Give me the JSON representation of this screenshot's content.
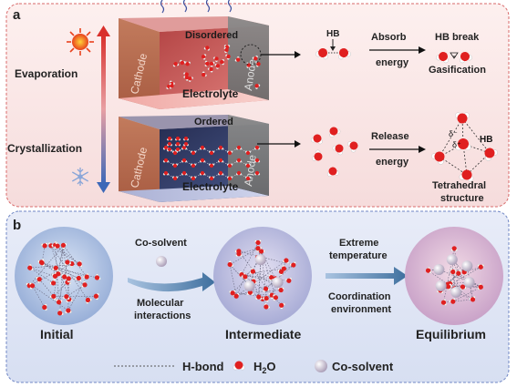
{
  "panel_a": {
    "label": "a",
    "left_labels": {
      "top": "Evaporation",
      "bottom": "Crystallization"
    },
    "top_row": {
      "cathode": "Cathode",
      "anode": "Anode",
      "state": "Disordered",
      "electrolyte": "Electrolyte",
      "hb": "HB",
      "arrow_top": "Absorb",
      "arrow_bottom": "energy",
      "result_top": "HB break",
      "result_bottom": "Gasification"
    },
    "bottom_row": {
      "cathode": "Cathode",
      "anode": "Anode",
      "state": "Ordered",
      "electrolyte": "Electrolyte",
      "arrow_top": "Release",
      "arrow_bottom": "energy",
      "hb": "HB",
      "delta_minus": "δ⁻",
      "delta_plus": "δ⁺",
      "result_line1": "Tetrahedral",
      "result_line2": "structure"
    }
  },
  "panel_b": {
    "label": "b",
    "stage1": "Initial",
    "arrow1_top": "Co-solvent",
    "arrow1_bottom_1": "Molecular",
    "arrow1_bottom_2": "interactions",
    "stage2": "Intermediate",
    "arrow2_top_1": "Extreme",
    "arrow2_top_2": "temperature",
    "arrow2_bottom_1": "Coordination",
    "arrow2_bottom_2": "environment",
    "stage3": "Equilibrium"
  },
  "legend": {
    "hbond": "H-bond",
    "water_main": "H",
    "water_sub": "2",
    "water_end": "O",
    "cosolvent": "Co-solvent"
  },
  "colors": {
    "panel_a_bg": "#fbe7e7",
    "panel_b_bg": "#e3e9f7",
    "oxygen": "#e02020",
    "cosolvent": "#c9bfd3",
    "arrow_blue": "#4d7fae"
  }
}
